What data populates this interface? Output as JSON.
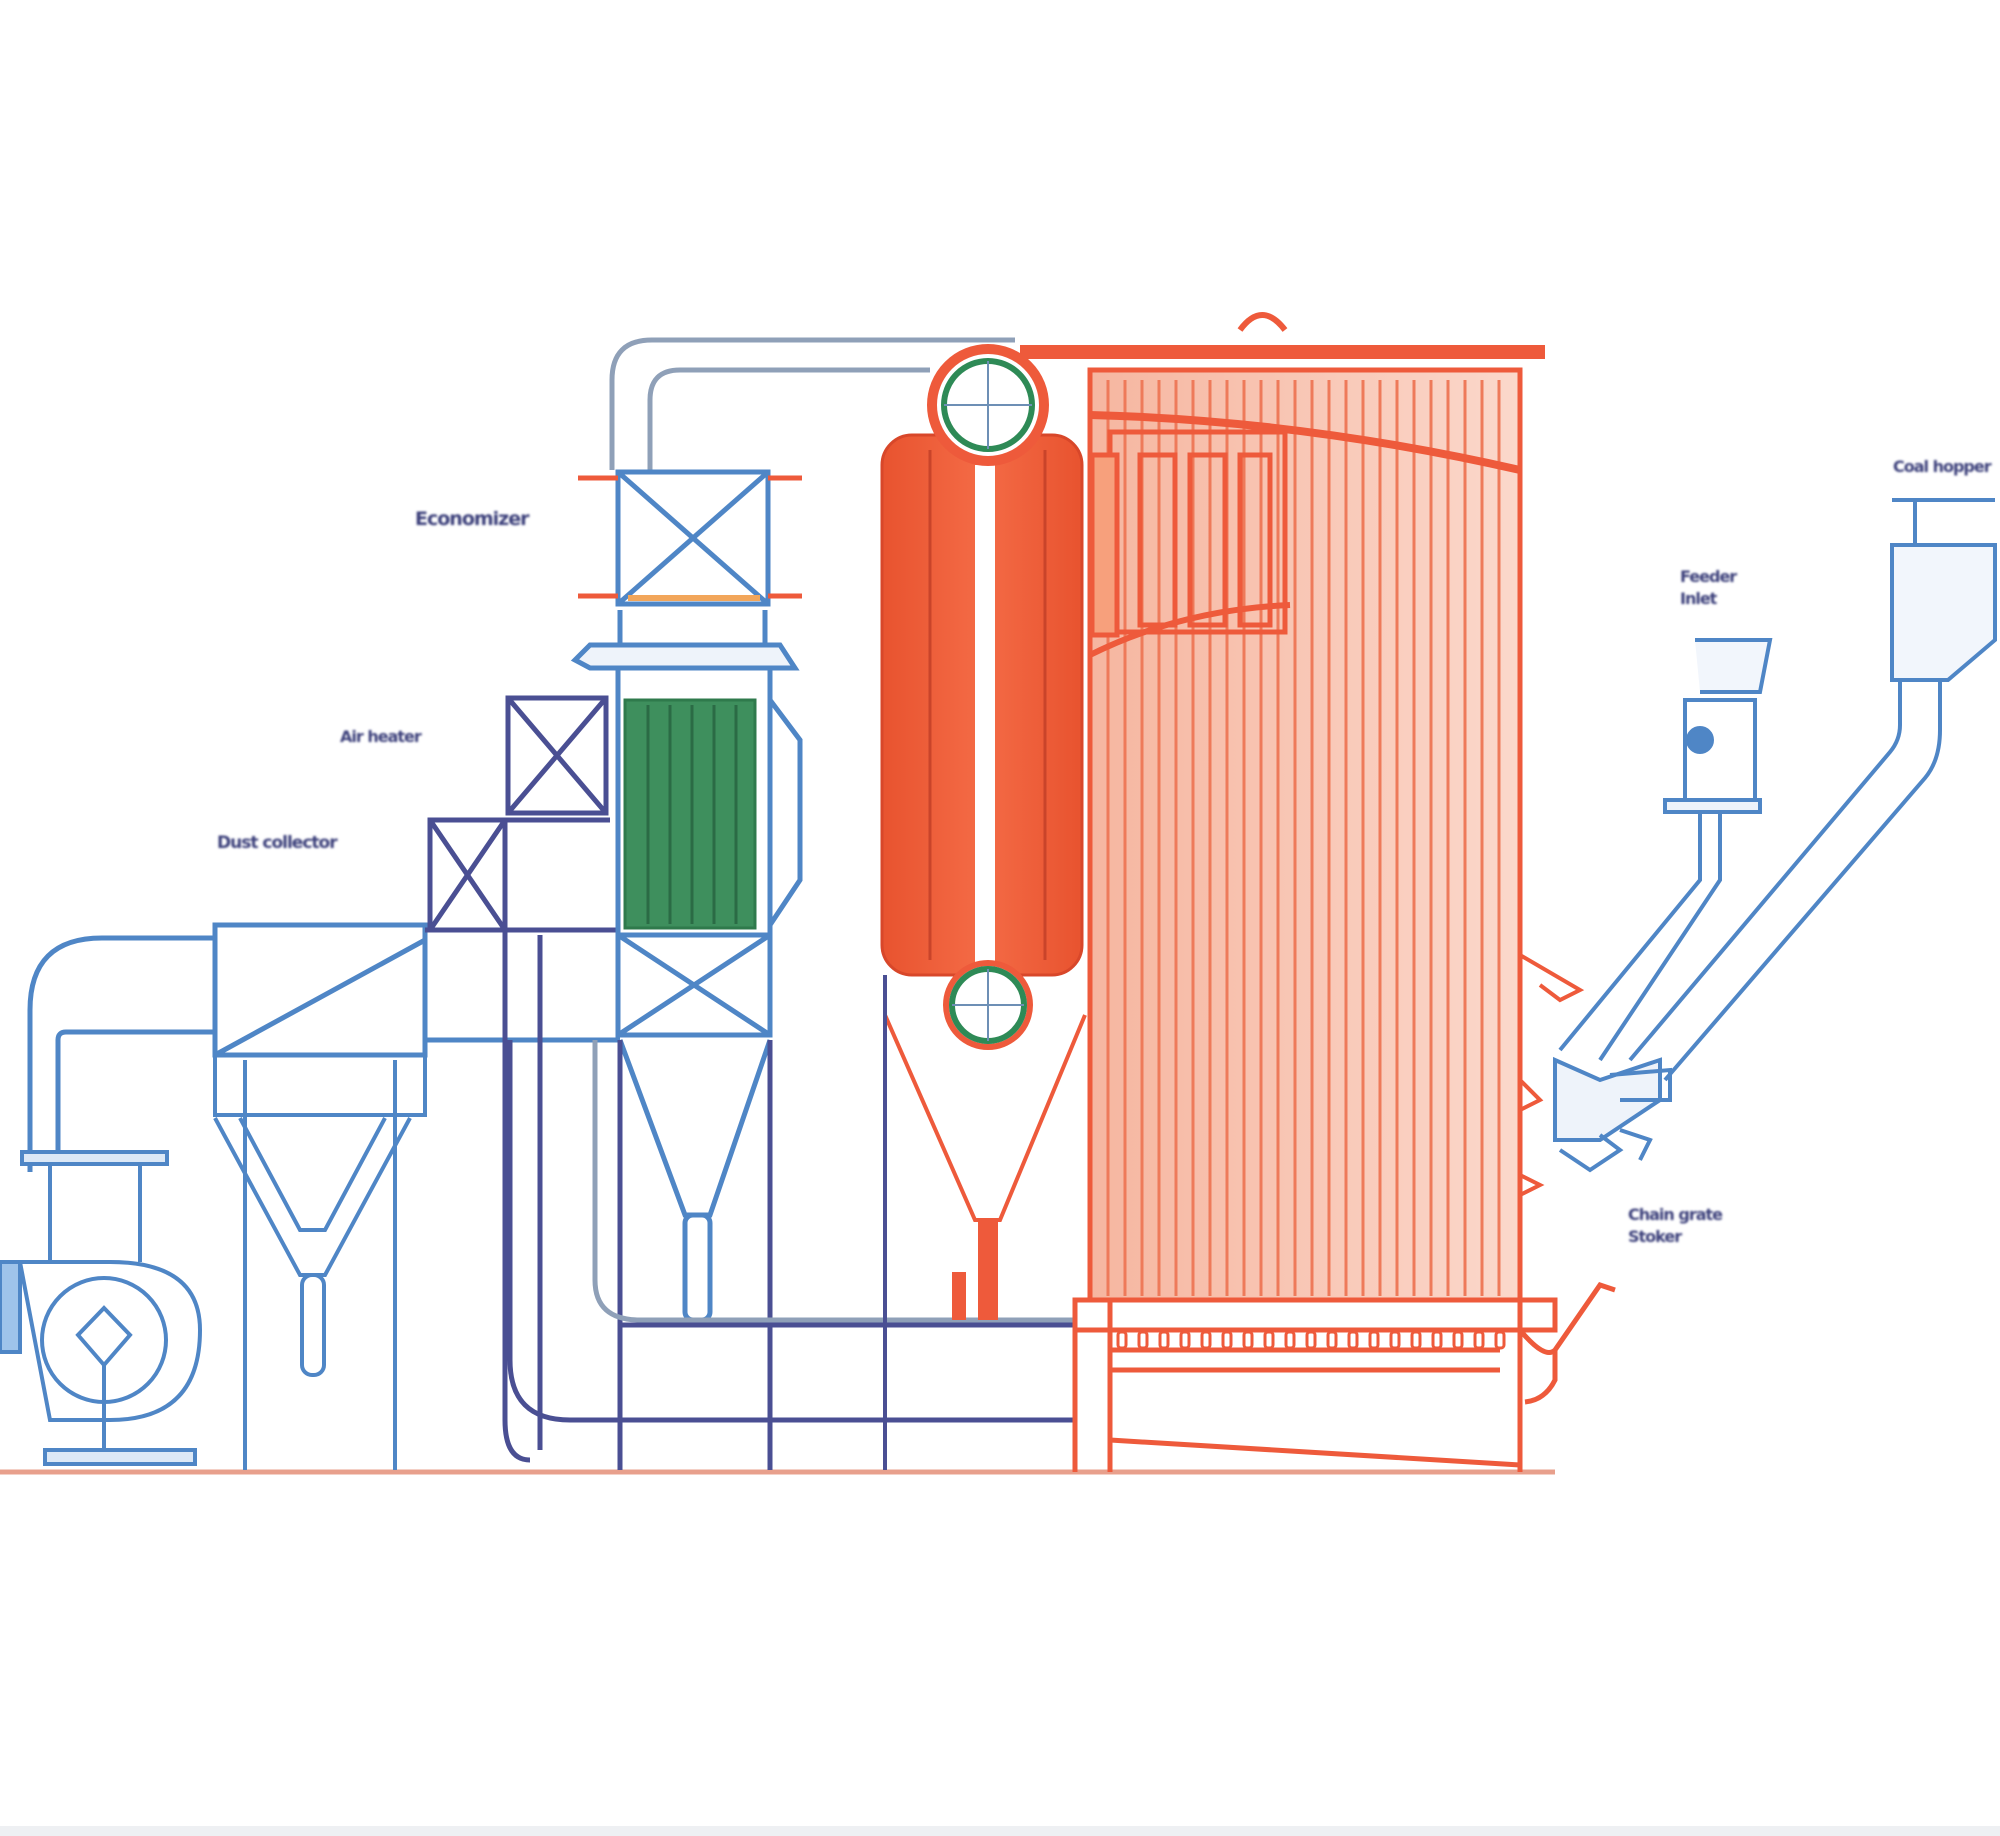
{
  "diagram": {
    "colors": {
      "flue_blue": "#4f86c6",
      "duct_navy": "#4a4f93",
      "steel_gray": "#8a95a8",
      "boiler_red": "#ee5a3b",
      "tube_salmon": "#f08a6e",
      "tube_light": "#f7c3b2",
      "econ_green": "#3e8f5d",
      "drum_ring": "#2e8a56",
      "label_ink": "#3b3f7a"
    },
    "labels": {
      "economizer": "Economizer",
      "air_heater": "Air heater",
      "dust_collector": "Dust collector",
      "coal_hopper": "Coal hopper",
      "feeder_line1": "Feeder",
      "feeder_line2": "Inlet",
      "chain_line1": "Chain grate",
      "chain_line2": "Stoker"
    },
    "icons": [
      "fan-icon",
      "drum-icon",
      "cyclone-icon"
    ]
  }
}
